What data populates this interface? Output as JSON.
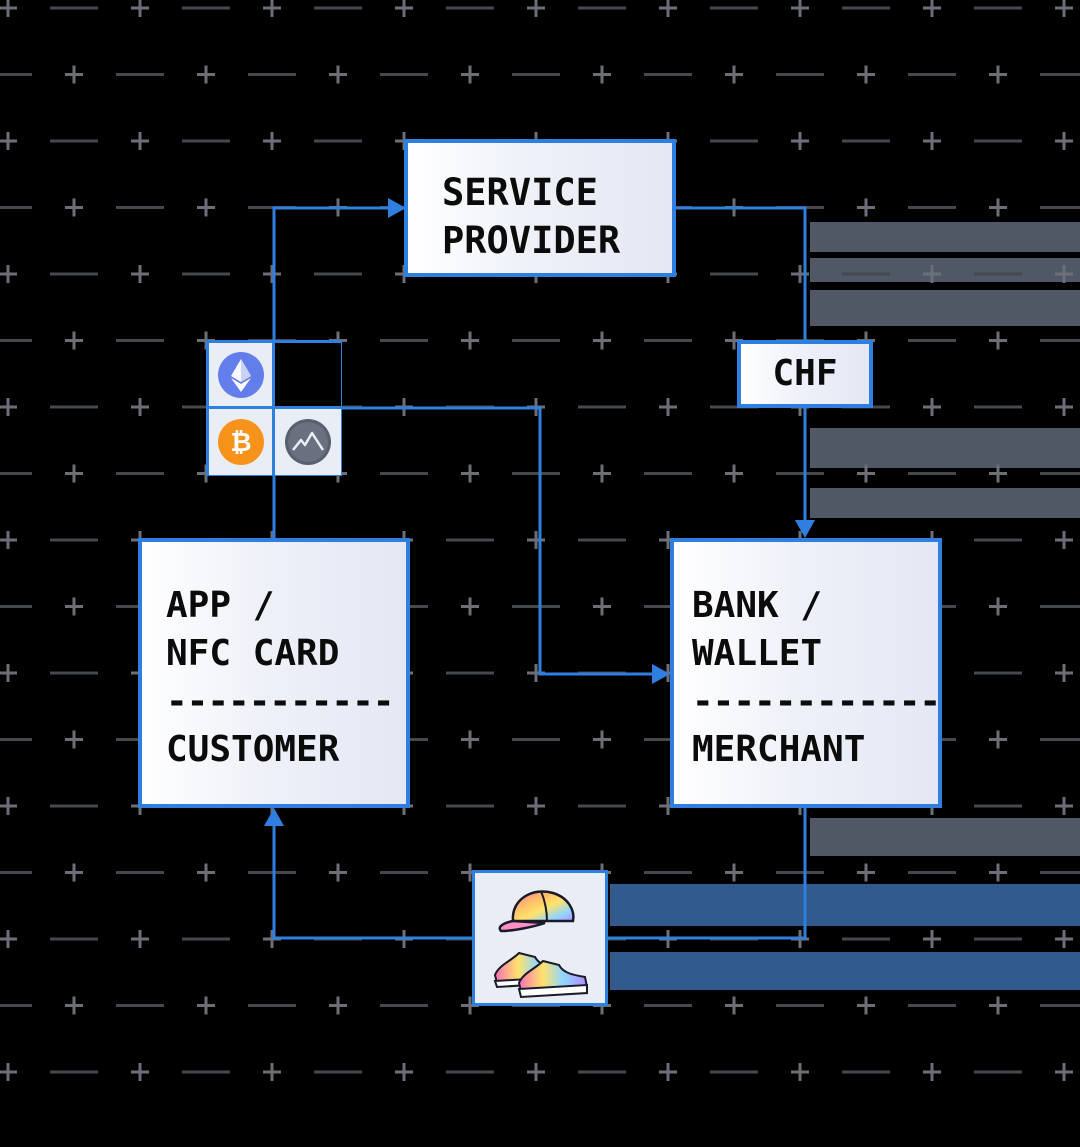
{
  "diagram": {
    "service_provider": {
      "line1": "SERVICE",
      "line2": "PROVIDER"
    },
    "customer": {
      "line1": "APP /",
      "line2": "NFC CARD",
      "divider": "-----------",
      "role": "CUSTOMER"
    },
    "merchant": {
      "line1": "BANK /",
      "line2": "WALLET",
      "divider": "------------",
      "role": "MERCHANT"
    },
    "currency": "CHF",
    "crypto_icons": [
      "ethereum-icon",
      "bitcoin-icon",
      "mountain-token-icon"
    ],
    "goods_icons": [
      "cap-icon",
      "sneaker-icon"
    ]
  },
  "colors": {
    "accent": "#2f7fe0",
    "background": "#000000",
    "box_fill": "#eef1f8",
    "bitcoin": "#f7931a",
    "ethereum": "#627eea",
    "token": "#5a5f6e"
  }
}
